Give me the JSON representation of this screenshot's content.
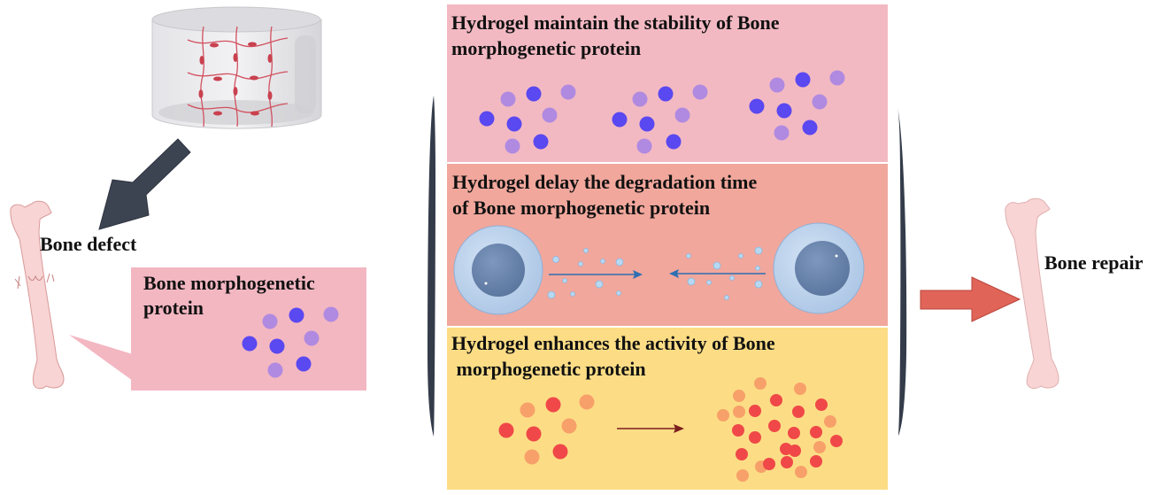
{
  "colors": {
    "panel_stability": "#f3b9c3",
    "panel_degradation": "#f1a79c",
    "panel_activity": "#fcdd85",
    "callout_bmp": "#f3b7c2",
    "bmp_dark": "#5a48f0",
    "bmp_light": "#b08ae0",
    "bmp_active_red": "#f04848",
    "bmp_active_orange": "#f7a06a",
    "bracket": "#343c4a",
    "arrow_dark": "#3d4451",
    "arrow_red": "#e06558",
    "bone": "#f8d4d4",
    "bone_stroke": "#d99a9a",
    "hydrogel_mesh": "#d2505e",
    "cell_outer": "#b7cfe8",
    "cell_inner": "#6a85ad",
    "small_particle": "#b8d8f2",
    "degradation_arrow": "#2f6fb2",
    "activity_arrow": "#7a1e1e"
  },
  "left": {
    "hydrogel_icon": "hydrogel-network-icon",
    "bone_defect_label": "Bone defect",
    "callout": {
      "title_line1": "Bone morphogenetic",
      "title_line2": "protein"
    }
  },
  "center": {
    "panels": [
      {
        "title_line1": "Hydrogel maintain the stability of Bone",
        "title_line2": "morphogenetic protein"
      },
      {
        "title_line1": "Hydrogel delay the degradation time",
        "title_line2": "of Bone morphogenetic protein"
      },
      {
        "title_line1": "Hydrogel enhances the activity of Bone",
        "title_line2": " morphogenetic protein"
      }
    ]
  },
  "right": {
    "bone_repair_label": "Bone repair"
  }
}
